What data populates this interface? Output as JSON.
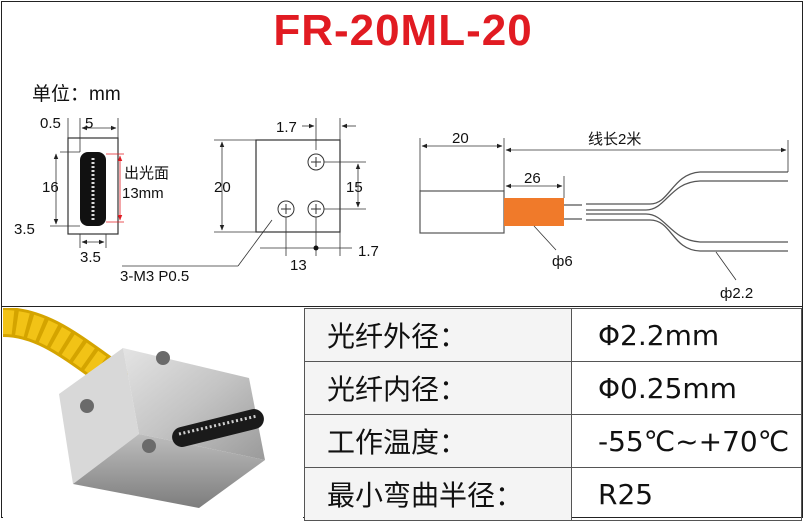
{
  "title": "FR-20ML-20",
  "unit_label": "单位：mm",
  "view1": {
    "dim_top_small": "0.5",
    "dim_top_width": "5",
    "dim_height": "16",
    "emit_label": "出光面",
    "emit_length": "13mm",
    "dim_bottom_left": "3.5",
    "dim_bottom": "3.5"
  },
  "view2": {
    "dim_top": "1.7",
    "dim_height": "20",
    "dim_right": "15",
    "dim_bottom": "13",
    "dim_bottom_right": "1.7",
    "thread": "3-M3  P0.5"
  },
  "view3": {
    "dim_block": "20",
    "dim_cable_length": "线长2米",
    "dim_sheath": "26",
    "dia_sheath": "ф6",
    "dia_fiber": "ф2.2"
  },
  "specs": [
    {
      "key": "光纤外径：",
      "value": "Φ2.2mm"
    },
    {
      "key": "光纤内径：",
      "value": "Φ0.25mm"
    },
    {
      "key": "工作温度：",
      "value": "-55℃~+70℃"
    },
    {
      "key": "最小弯曲半径：",
      "value": "R25"
    }
  ],
  "colors": {
    "title": "#e11b22",
    "dimension_red": "#e11b22",
    "sheath_orange": "#f07a2a",
    "fiber_yellow": "#f2c316"
  }
}
